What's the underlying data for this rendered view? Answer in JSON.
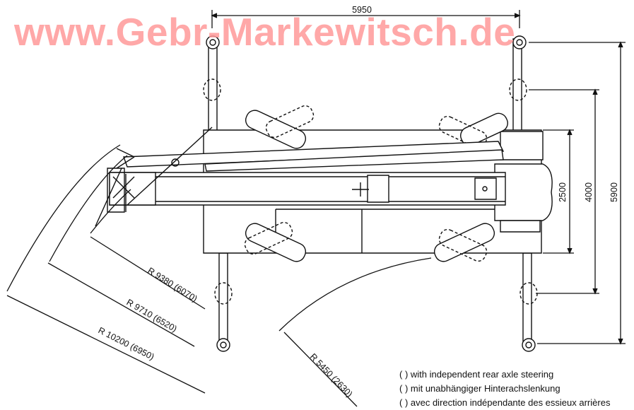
{
  "watermark": "www.Gebr-Markewitsch.de",
  "dimensions": {
    "track_width": "5950",
    "width_2500": "2500",
    "width_4000": "4000",
    "width_5900": "5900"
  },
  "radii": {
    "r1": "R 9380 (6070)",
    "r2": "R 9710 (6520)",
    "r3": "R 10200 (6950)",
    "r4": "R 5450 (2630)"
  },
  "legend": {
    "line_en": "( ) with independent rear axle steering",
    "line_de": "( ) mit unabhängiger Hinterachslenkung",
    "line_fr": "( ) avec direction indépendante des essieux arrières"
  }
}
